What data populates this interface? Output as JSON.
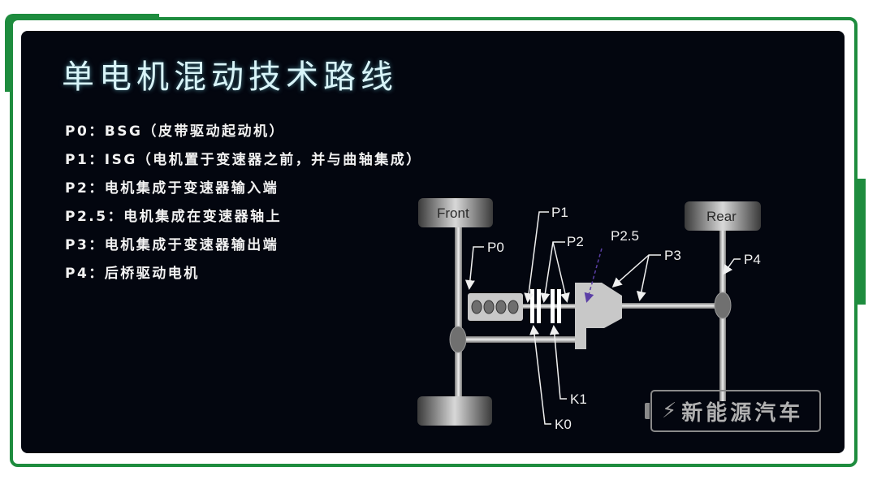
{
  "slide": {
    "title": "单电机混动技术路线",
    "items": [
      {
        "code": "P0",
        "text": "P0：BSG（皮带驱动起动机）"
      },
      {
        "code": "P1",
        "text": "P1：ISG（电机置于变速器之前，并与曲轴集成）"
      },
      {
        "code": "P2",
        "text": "P2：电机集成于变速器输入端"
      },
      {
        "code": "P2.5",
        "text": "P2.5：电机集成在变速器轴上"
      },
      {
        "code": "P3",
        "text": "P3：电机集成于变速器输出端"
      },
      {
        "code": "P4",
        "text": "P4：后桥驱动电机"
      }
    ]
  },
  "diagram": {
    "axle_front_label": "Front",
    "axle_rear_label": "Rear",
    "position_labels": [
      "P0",
      "P1",
      "P2",
      "P2.5",
      "P3",
      "P4"
    ],
    "clutch_labels": [
      "K0",
      "K1"
    ],
    "engine_cylinders": 4,
    "colors": {
      "arrow": "#f0f0f0",
      "component": "#c8c8c8",
      "p25_arrow": "#5b3fa6"
    }
  },
  "watermark": {
    "icon": "lightning-bolt-icon",
    "text": "新能源汽车"
  },
  "colors": {
    "frame_green": "#1e8c3e",
    "panel_bg": "#03060f",
    "title_color": "#d8f4f8"
  }
}
